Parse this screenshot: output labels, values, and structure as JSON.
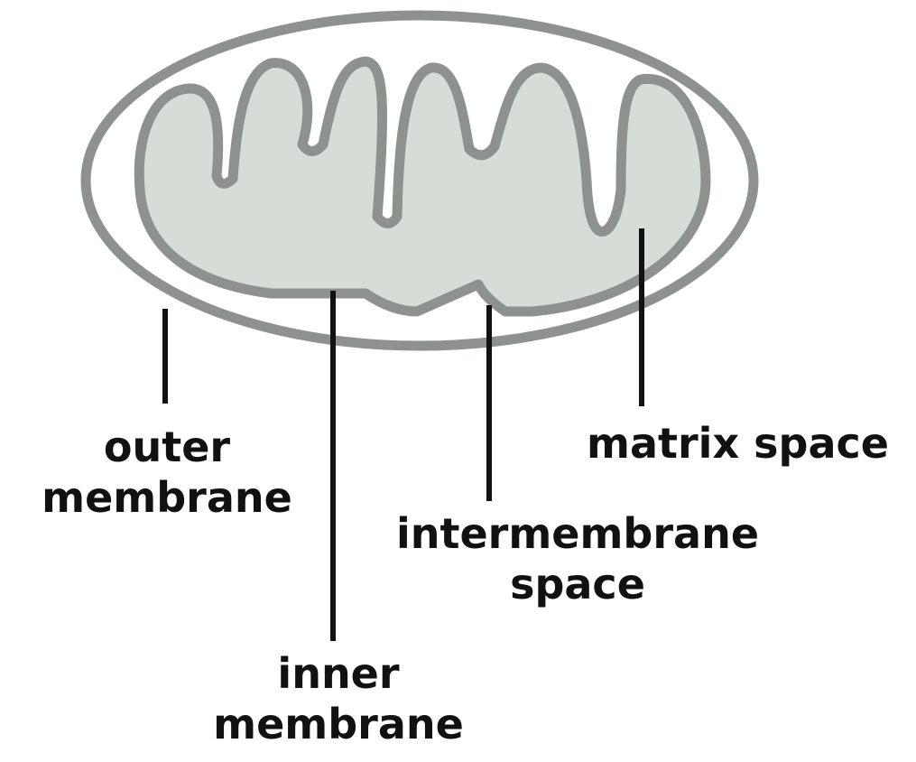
{
  "colors": {
    "membrane_stroke": "#8e928e",
    "matrix_fill": "#d6dcd6",
    "outer_fill": "#ffffff",
    "leader_line": "#111111",
    "label_text": "#111111"
  },
  "labels": {
    "outer_membrane": {
      "line1": "outer",
      "line2": "membrane"
    },
    "inner_membrane": {
      "line1": "inner",
      "line2": "membrane"
    },
    "intermembrane_space": {
      "line1": "intermembrane",
      "line2": "space"
    },
    "matrix_space": {
      "line1": "matrix space"
    }
  }
}
